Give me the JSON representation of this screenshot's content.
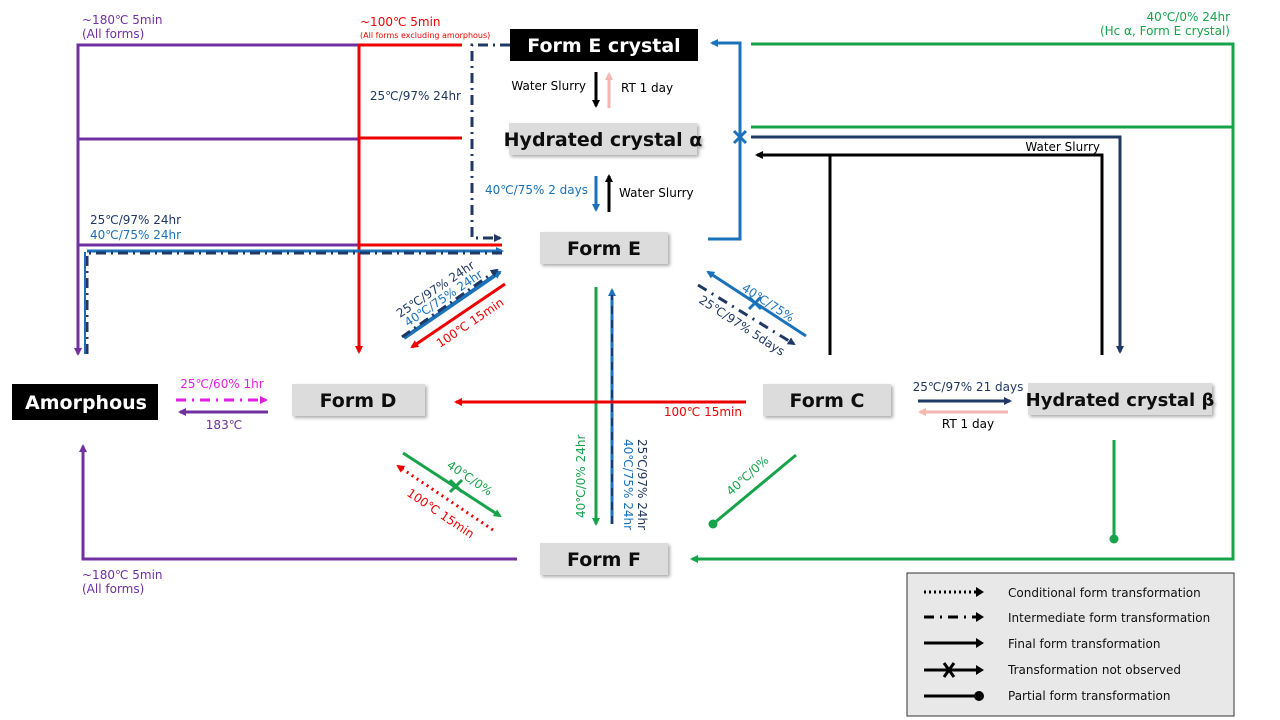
{
  "colors": {
    "purple": "#7030a0",
    "red": "#ee0000",
    "navy": "#1f3864",
    "blue": "#1a72bb",
    "green": "#16a34a",
    "black": "#000000",
    "pink": "#f4b6b0",
    "magenta": "#e020e0",
    "node_gray": "#dcdcdc",
    "node_black": "#000000",
    "legend_bg": "#e8e8e8"
  },
  "nodes": {
    "form_e_crystal": "Form E crystal",
    "hydrated_alpha": "Hydrated crystal α",
    "form_e": "Form E",
    "amorphous": "Amorphous",
    "form_d": "Form D",
    "form_c": "Form C",
    "hydrated_beta": "Hydrated crystal β",
    "form_f": "Form F"
  },
  "labels": {
    "top_left_1": "~180℃ 5min",
    "top_left_2": "(All forms)",
    "top_mid_1": "~100℃ 5min",
    "top_mid_2": "(All forms excluding  amorphous)",
    "top_right_1": "40℃/0% 24hr",
    "top_right_2": "(Hc α, Form E crystal)",
    "ec_to_ha": "Water Slurry",
    "ha_to_ec": "RT 1 day",
    "ha_to_e": "40℃/75% 2 days",
    "e_to_ha": "Water Slurry",
    "dash_25_97": "25℃/97% 24hr",
    "left_25_97": "25℃/97% 24hr",
    "left_40_75": "40℃/75% 24hr",
    "water_slurry_right": "Water Slurry",
    "diag_de_1": "25℃/97% 24hr",
    "diag_de_2": "40℃/75% 24hr",
    "diag_ed": "100℃ 15min",
    "diag_ce_1": "40℃/75%",
    "diag_ce_2": "25℃/97% 5days",
    "amor_to_d": "25℃/60% 1hr",
    "d_to_amor": "183℃",
    "c_to_d": "100℃ 15min",
    "c_to_beta": "25℃/97% 21 days",
    "beta_to_c": "RT 1 day",
    "e_to_f": "40℃/0% 24hr",
    "f_to_e_1": "25℃/97% 24hr",
    "f_to_e_2": "40℃/75% 24hr",
    "diag_df": "40℃/0%",
    "diag_fd": "100℃ 15min",
    "diag_cf": "40℃/0%",
    "bottom_left_1": "~180℃ 5min",
    "bottom_left_2": "(All forms)"
  },
  "legend": [
    {
      "style": "dotted-arrow",
      "label": "Conditional form transformation"
    },
    {
      "style": "dashdot-arrow",
      "label": "Intermediate form transformation"
    },
    {
      "style": "solid-arrow",
      "label": "Final form transformation"
    },
    {
      "style": "x-arrow",
      "label": "Transformation not observed"
    },
    {
      "style": "dot-end",
      "label": "Partial form transformation"
    }
  ]
}
